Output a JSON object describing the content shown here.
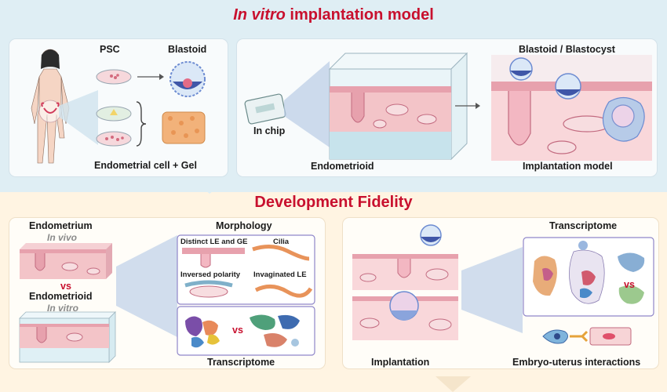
{
  "titles": {
    "top_italic": "In vitro",
    "top_rest": " implantation model",
    "middle": "Development Fidelity"
  },
  "top": {
    "psc": "PSC",
    "blastoid": "Blastoid",
    "endometrial_gel": "Endometrial cell + Gel",
    "in_chip": "In chip",
    "endometrioid": "Endometrioid",
    "blastoid_blastocyst": "Blastoid / Blastocyst",
    "implantation_model": "Implantation model"
  },
  "bottom_left": {
    "endometrium": "Endometrium",
    "in_vivo": "In vivo",
    "vs": "vs",
    "endometrioid": "Endometrioid",
    "in_vitro": "In vitro",
    "morphology": "Morphology",
    "distinct": "Distinct LE and GE",
    "cilia": "Cilia",
    "inversed": "Inversed polarity",
    "invaginated": "Invaginated LE",
    "vs2": "vs",
    "transcriptome": "Transcriptome"
  },
  "bottom_right": {
    "transcriptome": "Transcriptome",
    "vs": "vs",
    "implantation": "Implantation",
    "interactions": "Embryo-uterus interactions"
  },
  "colors": {
    "title_red": "#c8102e",
    "tissue_pink": "#f3c4c8",
    "gland_pink": "#e7a1ad",
    "gel_blue": "#c7e3ec",
    "embryo_blue": "#4b64b8"
  }
}
